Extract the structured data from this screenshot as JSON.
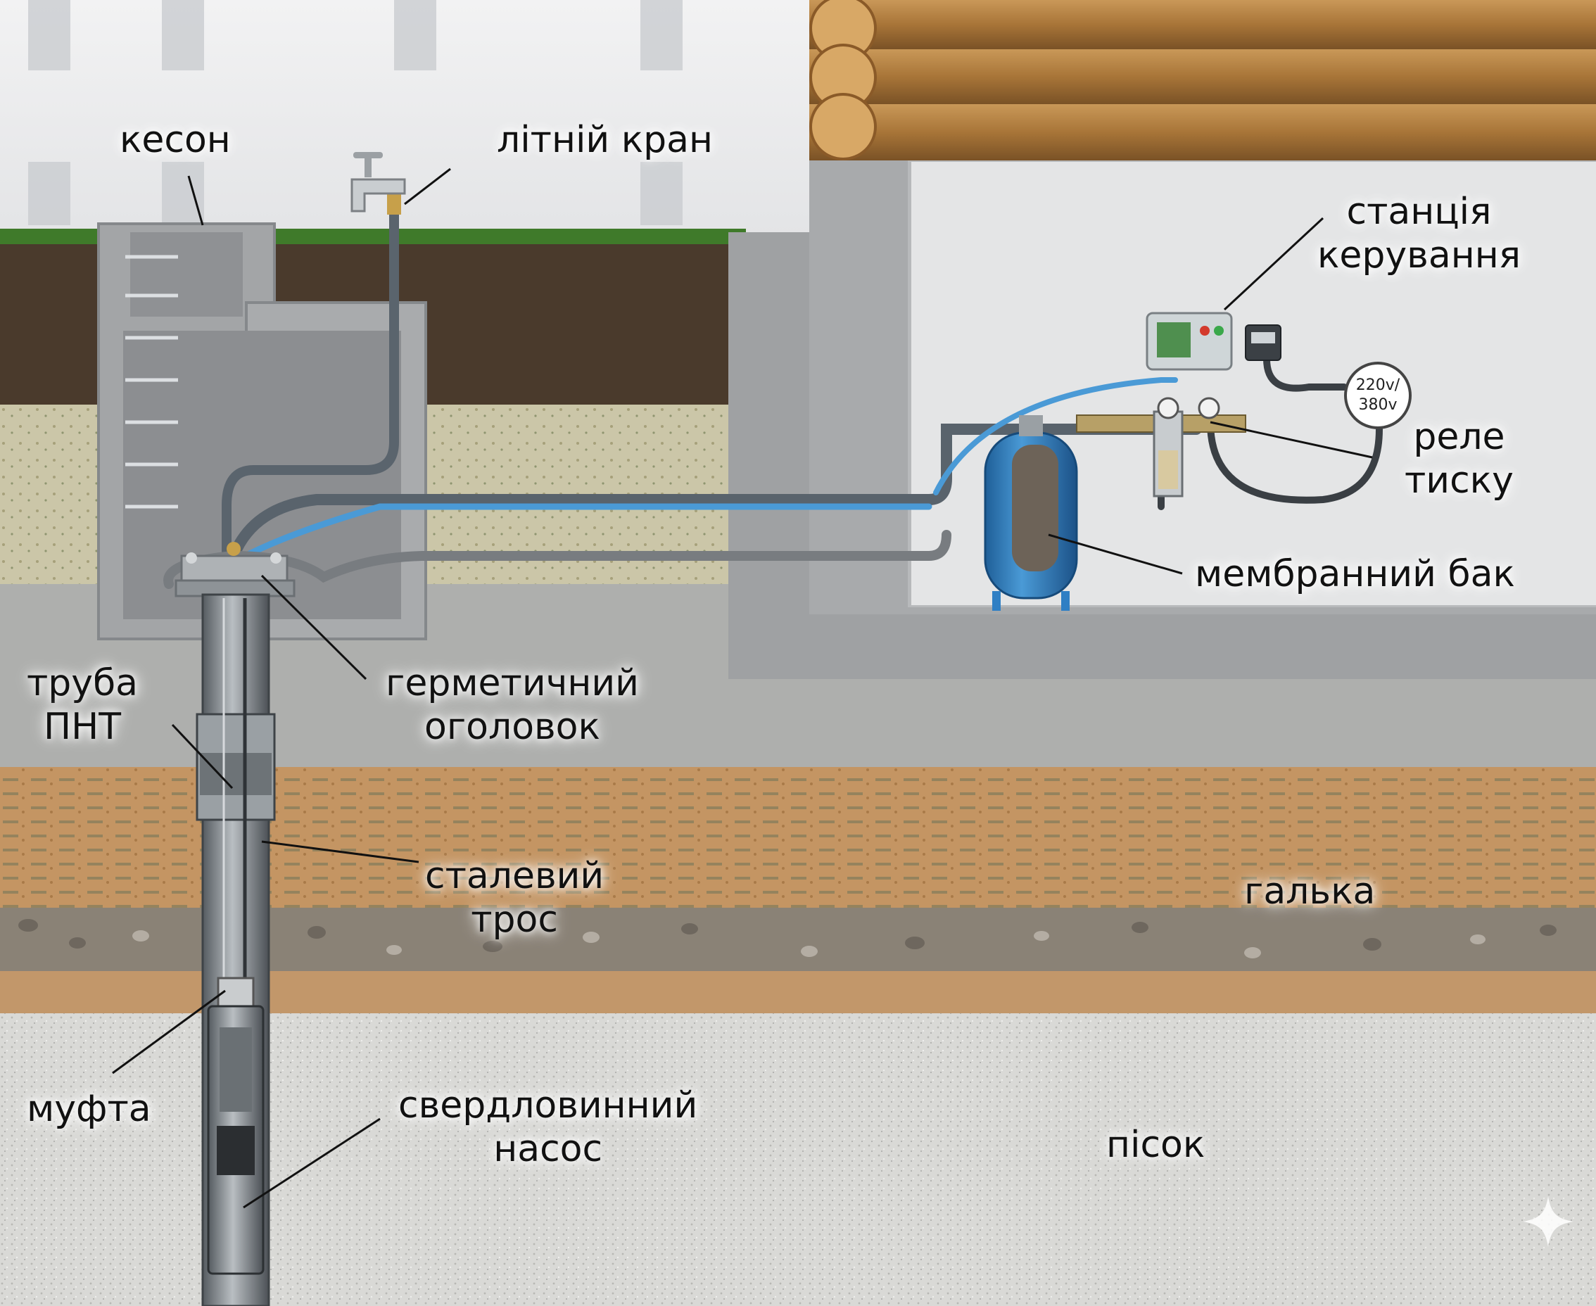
{
  "labels": {
    "keson": "кесон",
    "litniy_kran": "літній кран",
    "stantsiya_line1": "станція",
    "stantsiya_line2": "керування",
    "rele_line1": "реле",
    "rele_line2": "тиску",
    "membrannyi_bak": "мембранний бак",
    "truba_line1": "труба",
    "truba_line2": "ПНТ",
    "ogolovok_line1": "герметичний",
    "ogolovok_line2": "оголовок",
    "tros_line1": "сталевий",
    "tros_line2": "трос",
    "halka": "галька",
    "mufta": "муфта",
    "nasos_line1": "свердловинний",
    "nasos_line2": "насос",
    "pisok": "пісок"
  },
  "voltage_badge": {
    "line1": "220v/",
    "line2": "380v"
  },
  "icons": {
    "sparkle": "sparkle-icon",
    "faucet": "faucet-icon"
  },
  "colors": {
    "soil_dark": "#4a3a2c",
    "grass": "#3f7a2a",
    "concrete": "#a8aaac",
    "clay_band": "#b88a58",
    "gravel": "#8a8276",
    "sand": "#dcdcd8",
    "tank_blue": "#2f7fc4",
    "hose_blue": "#4a9ad6"
  }
}
